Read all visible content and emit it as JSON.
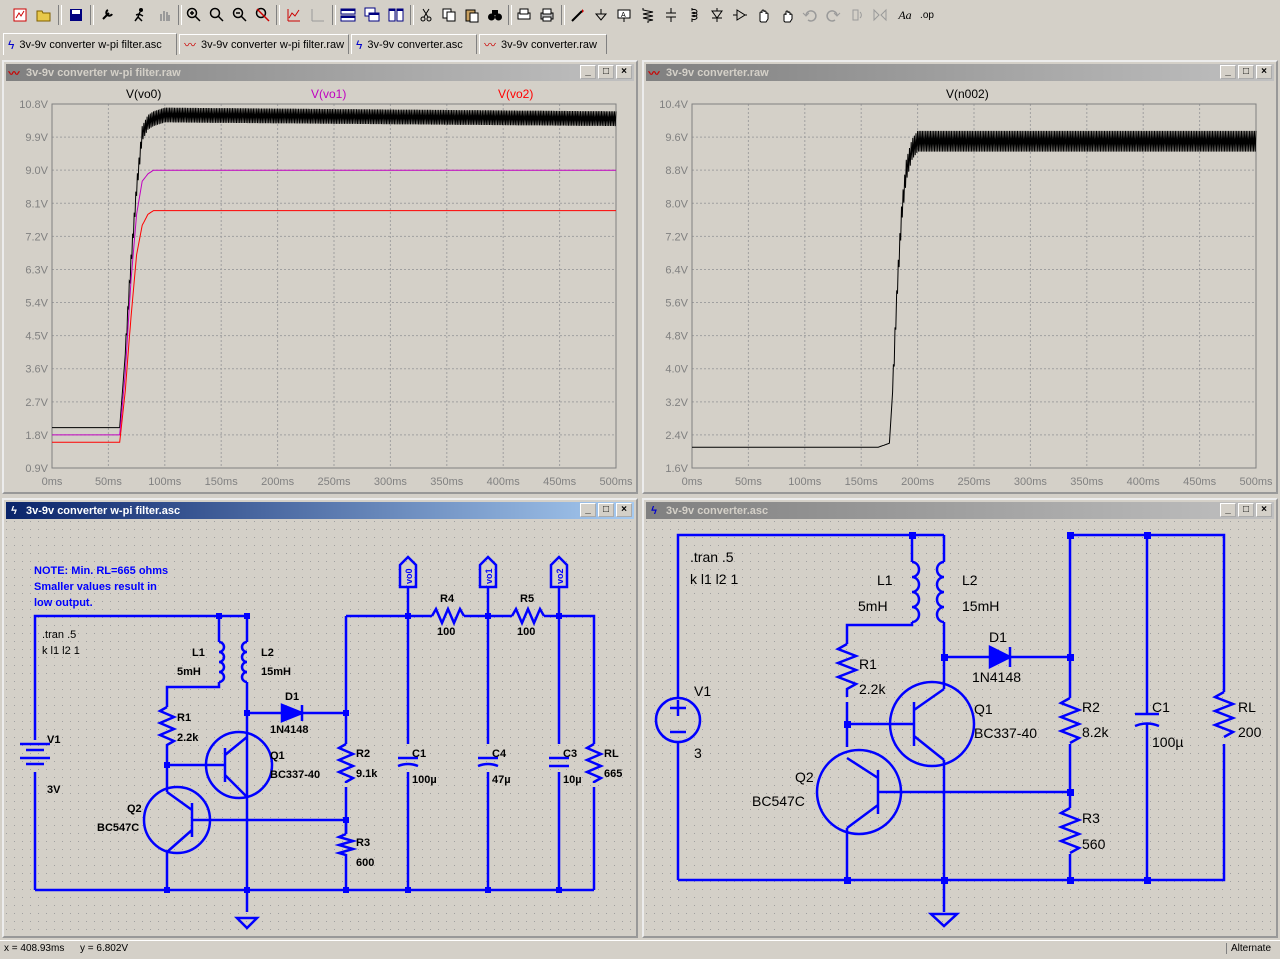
{
  "toolbar": {
    "icons": [
      "new-schematic-icon",
      "open-icon",
      "save-icon",
      "control-panel-icon",
      "run-icon",
      "halt-icon",
      "zoom-in-icon",
      "zoom-pan-icon",
      "zoom-out-icon",
      "zoom-cancel-icon",
      "autorange-icon",
      "clear-icon",
      "tile-horizontal-icon",
      "cascade-icon",
      "tile-vertical-icon",
      "cut-icon",
      "copy-icon",
      "find-icon",
      "print-preview-icon",
      "print-icon",
      "wire-icon",
      "ground-icon",
      "label-icon",
      "resistor-icon",
      "capacitor-icon",
      "inductor-icon",
      "diode-icon",
      "component-icon",
      "move-icon",
      "drag-icon",
      "undo-icon",
      "redo-icon",
      "rotate-icon",
      "mirror-icon",
      "text-icon",
      "spice-directive-icon"
    ],
    "text_label": "Aa",
    "directive_label": ".op"
  },
  "tabs": [
    {
      "label": "3v-9v converter w-pi filter.asc",
      "icon": "schematic-icon",
      "active": true
    },
    {
      "label": "3v-9v converter w-pi filter.raw",
      "icon": "waveform-icon",
      "active": false
    },
    {
      "label": "3v-9v converter.asc",
      "icon": "schematic-icon",
      "active": false
    },
    {
      "label": "3v-9v converter.raw",
      "icon": "waveform-icon",
      "active": false
    }
  ],
  "windows": {
    "plot1": {
      "title": "3v-9v converter w-pi filter.raw"
    },
    "plot2": {
      "title": "3v-9v converter.raw"
    },
    "sch1": {
      "title": "3v-9v converter w-pi filter.asc"
    },
    "sch2": {
      "title": "3v-9v converter.asc"
    }
  },
  "window_buttons": {
    "minimize": "_",
    "maximize": "□",
    "close": "×"
  },
  "plot1": {
    "traces": [
      {
        "name": "V(vo0)",
        "color": "#000000"
      },
      {
        "name": "V(vo1)",
        "color": "#c000c0"
      },
      {
        "name": "V(vo2)",
        "color": "#ff0000"
      }
    ],
    "y_ticks": [
      "10.8V",
      "9.9V",
      "9.0V",
      "8.1V",
      "7.2V",
      "6.3V",
      "5.4V",
      "4.5V",
      "3.6V",
      "2.7V",
      "1.8V",
      "0.9V"
    ],
    "x_ticks": [
      "0ms",
      "50ms",
      "100ms",
      "150ms",
      "200ms",
      "250ms",
      "300ms",
      "350ms",
      "400ms",
      "450ms",
      "500ms"
    ]
  },
  "plot2": {
    "traces": [
      {
        "name": "V(n002)",
        "color": "#000000"
      }
    ],
    "y_ticks": [
      "10.4V",
      "9.6V",
      "8.8V",
      "8.0V",
      "7.2V",
      "6.4V",
      "5.6V",
      "4.8V",
      "4.0V",
      "3.2V",
      "2.4V",
      "1.6V"
    ],
    "x_ticks": [
      "0ms",
      "50ms",
      "100ms",
      "150ms",
      "200ms",
      "250ms",
      "300ms",
      "350ms",
      "400ms",
      "450ms",
      "500ms"
    ]
  },
  "chart_data": [
    {
      "type": "line",
      "title": "",
      "xlabel": "",
      "ylabel": "",
      "xlim": [
        0,
        500
      ],
      "ylim": [
        0.9,
        10.8
      ],
      "x_unit": "ms",
      "grid": true,
      "legend": "top",
      "series": [
        {
          "name": "V(vo0)",
          "x": [
            0,
            50,
            60,
            65,
            70,
            75,
            80,
            85,
            90,
            100,
            500
          ],
          "y": [
            2.0,
            2.0,
            2.0,
            4.0,
            6.5,
            8.5,
            10.0,
            10.3,
            10.4,
            10.5,
            10.4
          ],
          "ripple": 0.4
        },
        {
          "name": "V(vo1)",
          "x": [
            0,
            50,
            60,
            65,
            70,
            75,
            80,
            85,
            90,
            100,
            500
          ],
          "y": [
            1.8,
            1.8,
            1.8,
            3.5,
            6.0,
            7.8,
            8.7,
            8.9,
            9.0,
            9.0,
            9.0
          ]
        },
        {
          "name": "V(vo2)",
          "x": [
            0,
            50,
            60,
            65,
            70,
            75,
            80,
            85,
            90,
            100,
            500
          ],
          "y": [
            1.6,
            1.6,
            1.6,
            3.0,
            5.0,
            6.7,
            7.5,
            7.8,
            7.9,
            7.9,
            7.9
          ]
        }
      ]
    },
    {
      "type": "line",
      "title": "",
      "xlabel": "",
      "ylabel": "",
      "xlim": [
        0,
        500
      ],
      "ylim": [
        1.6,
        10.4
      ],
      "x_unit": "ms",
      "grid": true,
      "legend": "top",
      "series": [
        {
          "name": "V(n002)",
          "x": [
            0,
            165,
            175,
            178,
            182,
            186,
            190,
            195,
            200,
            210,
            500
          ],
          "y": [
            2.1,
            2.1,
            2.2,
            3.5,
            6.0,
            7.8,
            8.8,
            9.3,
            9.5,
            9.5,
            9.5
          ],
          "ripple": 0.5
        }
      ]
    }
  ],
  "sch1": {
    "note": [
      "NOTE: Min. RL=665 ohms",
      "Smaller values result in",
      "low output."
    ],
    "directives": [
      ".tran .5",
      "k l1 l2 1"
    ],
    "labels": {
      "v1": "V1",
      "v1_val": "3V",
      "l1": "L1",
      "l1_val": "5mH",
      "l2": "L2",
      "l2_val": "15mH",
      "r1": "R1",
      "r1_val": "2.2k",
      "d1": "D1",
      "d1_val": "1N4148",
      "q1": "Q1",
      "q1_val": "BC337-40",
      "q2": "Q2",
      "q2_val": "BC547C",
      "r2": "R2",
      "r2_val": "9.1k",
      "r3": "R3",
      "r3_val": "600",
      "c1": "C1",
      "c1_val": "100µ",
      "c4": "C4",
      "c4_val": "47µ",
      "c3": "C3",
      "c3_val": "10µ",
      "rl": "RL",
      "rl_val": "665",
      "r4": "R4",
      "r4_val": "100",
      "r5": "R5",
      "r5_val": "100",
      "vo0": "vo0",
      "vo1": "vo1",
      "vo2": "vo2"
    }
  },
  "sch2": {
    "directives": [
      ".tran .5",
      "k l1 l2 1"
    ],
    "labels": {
      "v1": "V1",
      "v1_val": "3",
      "l1": "L1",
      "l1_val": "5mH",
      "l2": "L2",
      "l2_val": "15mH",
      "r1": "R1",
      "r1_val": "2.2k",
      "d1": "D1",
      "d1_val": "1N4148",
      "q1": "Q1",
      "q1_val": "BC337-40",
      "q2": "Q2",
      "q2_val": "BC547C",
      "r2": "R2",
      "r2_val": "8.2k",
      "r3": "R3",
      "r3_val": "560",
      "c1": "C1",
      "c1_val": "100µ",
      "rl": "RL",
      "rl_val": "200"
    }
  },
  "status": {
    "x": "x = 408.93ms",
    "y": "y = 6.802V",
    "mode": "Alternate"
  },
  "colors": {
    "wire": "#0000ff",
    "plot_bg": "#d4d0c8",
    "grid": "#a0a0a0",
    "sch_bg": "#d4d0c8"
  }
}
